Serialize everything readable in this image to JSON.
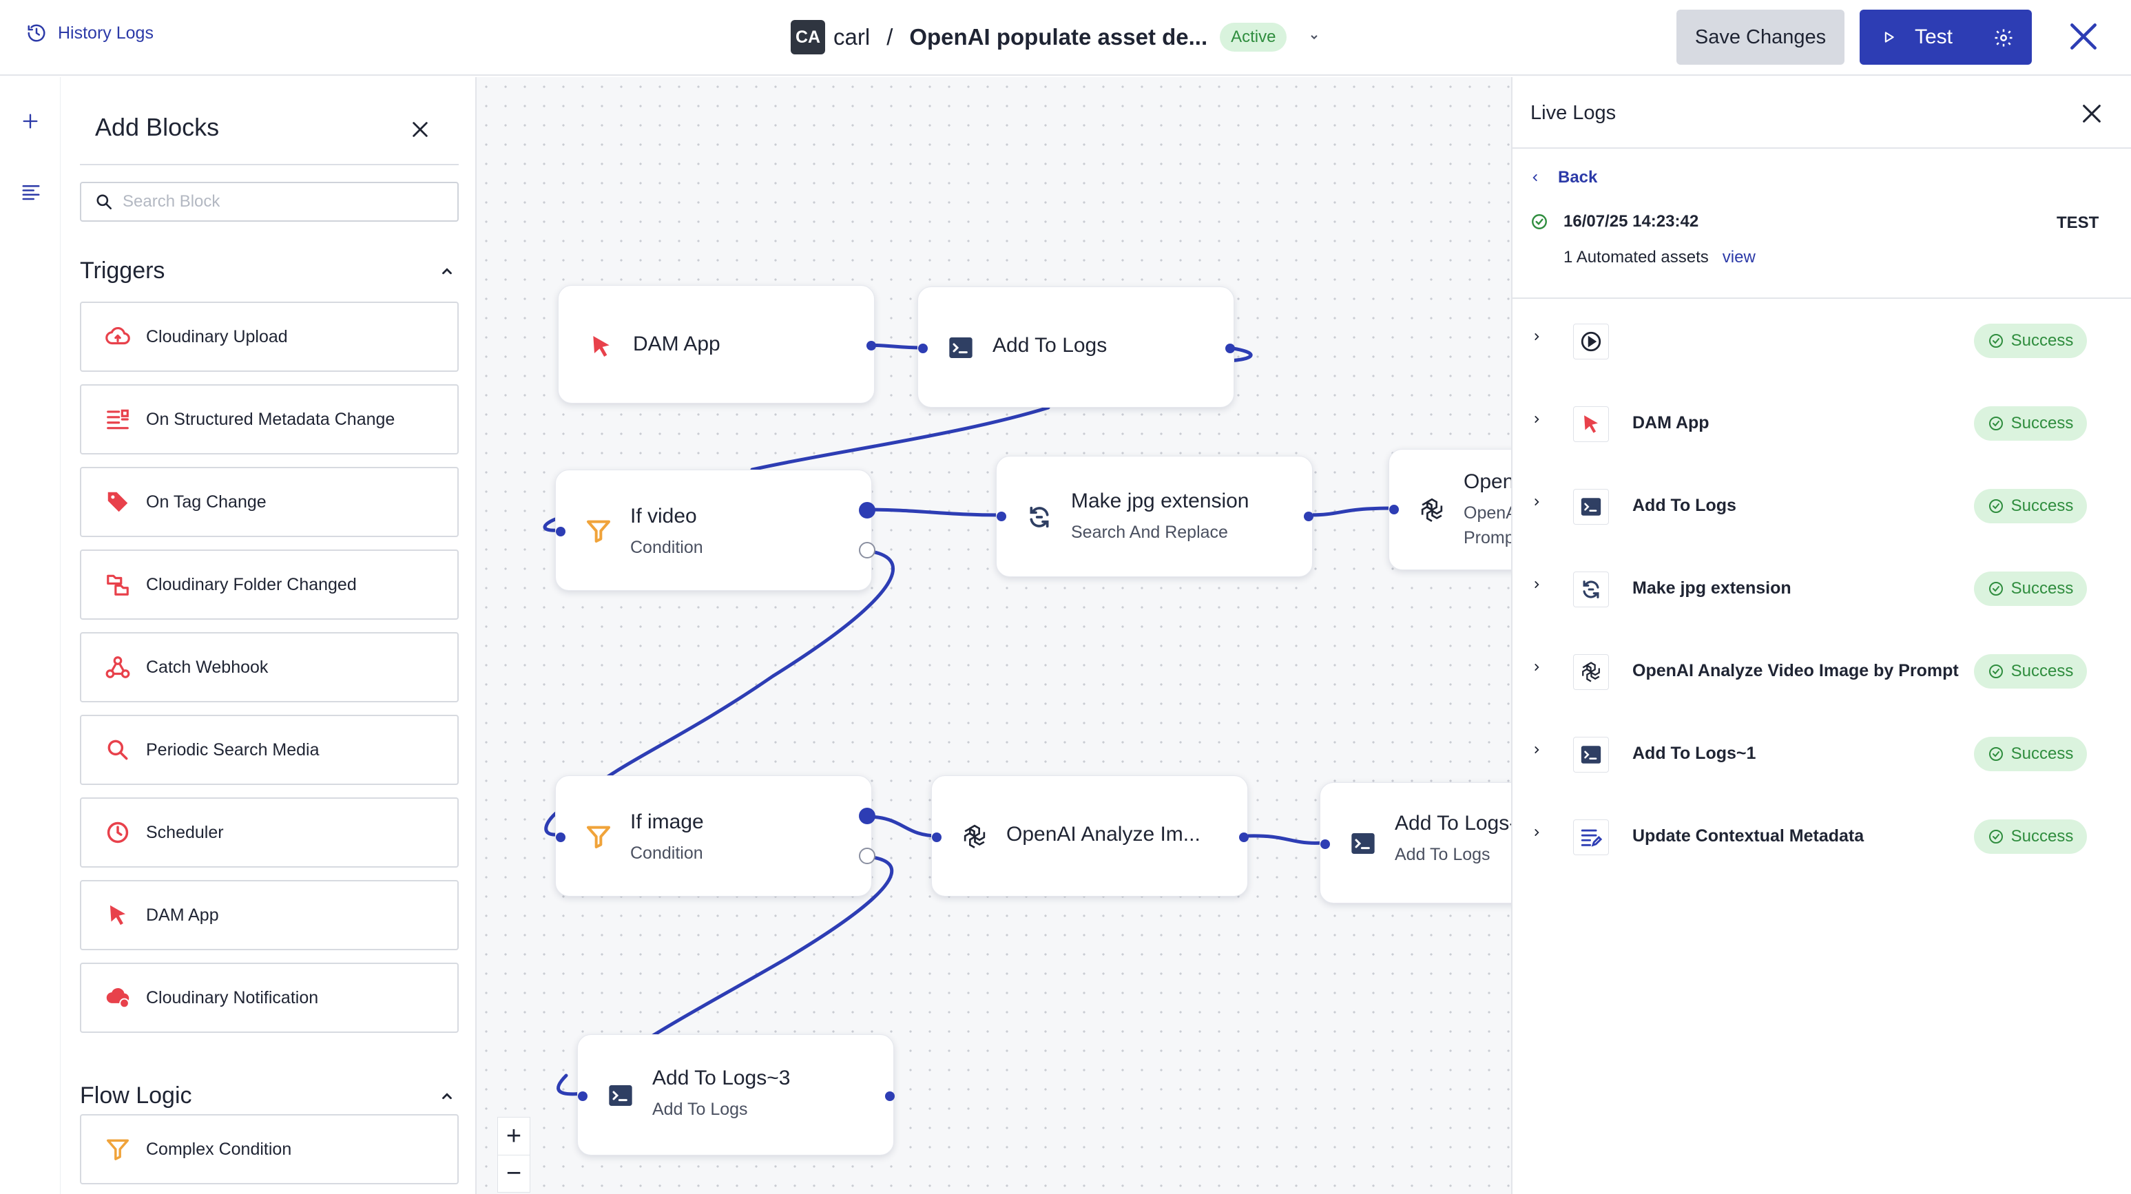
{
  "header": {
    "history_label": "History Logs",
    "avatar_initials": "CA",
    "user": "carl",
    "separator": "/",
    "workflow_title": "OpenAI populate asset de...",
    "status": "Active",
    "save_label": "Save Changes",
    "test_label": "Test"
  },
  "blocks_panel": {
    "title": "Add Blocks",
    "search_placeholder": "Search Block",
    "sections": [
      {
        "title": "Triggers",
        "items": [
          {
            "label": "Cloudinary Upload",
            "icon": "cloud-upload-icon"
          },
          {
            "label": "On Structured Metadata Change",
            "icon": "metadata-icon"
          },
          {
            "label": "On Tag Change",
            "icon": "tag-icon"
          },
          {
            "label": "Cloudinary Folder Changed",
            "icon": "folder-change-icon"
          },
          {
            "label": "Catch Webhook",
            "icon": "webhook-icon"
          },
          {
            "label": "Periodic Search Media",
            "icon": "search-icon"
          },
          {
            "label": "Scheduler",
            "icon": "clock-icon"
          },
          {
            "label": "DAM App",
            "icon": "cursor-icon"
          },
          {
            "label": "Cloudinary Notification",
            "icon": "cloud-notification-icon"
          }
        ]
      },
      {
        "title": "Flow Logic",
        "items": [
          {
            "label": "Complex Condition",
            "icon": "filter-icon"
          }
        ]
      }
    ]
  },
  "canvas": {
    "nodes": {
      "dam_app": {
        "title": "DAM App"
      },
      "add_logs": {
        "title": "Add To Logs"
      },
      "if_video": {
        "title": "If video",
        "subtitle": "Condition"
      },
      "make_jpg": {
        "title": "Make jpg extension",
        "subtitle": "Search And Replace"
      },
      "openai_partial": {
        "title": "Open",
        "subtitle": "OpenA",
        "subtitle2": "Promp"
      },
      "if_image": {
        "title": "If image",
        "subtitle": "Condition"
      },
      "openai_analyze": {
        "title": "OpenAI Analyze Im..."
      },
      "add_logs_partial": {
        "title": "Add To Logs-",
        "subtitle": "Add To Logs"
      },
      "add_logs_3": {
        "title": "Add To Logs~3",
        "subtitle": "Add To Logs"
      }
    },
    "zoom": {
      "in": "+",
      "out": "−"
    }
  },
  "logs_panel": {
    "title": "Live Logs",
    "back_label": "Back",
    "run_time": "16/07/25 14:23:42",
    "run_tag": "TEST",
    "run_summary": "1 Automated assets",
    "view_label": "view",
    "steps": [
      {
        "name": "",
        "icon": "play-circle-icon",
        "status": "Success"
      },
      {
        "name": "DAM App",
        "icon": "cursor-icon",
        "status": "Success"
      },
      {
        "name": "Add To Logs",
        "icon": "terminal-icon",
        "status": "Success"
      },
      {
        "name": "Make jpg extension",
        "icon": "replace-icon",
        "status": "Success"
      },
      {
        "name": "OpenAI Analyze Video Image by Prompt",
        "icon": "openai-icon",
        "status": "Success"
      },
      {
        "name": "Add To Logs~1",
        "icon": "terminal-icon",
        "status": "Success"
      },
      {
        "name": "Update Contextual Metadata",
        "icon": "list-edit-icon",
        "status": "Success"
      }
    ]
  },
  "colors": {
    "accent": "#2d3db4",
    "trigger_icon": "#e8414b",
    "condition_icon": "#f0a33a",
    "success_bg": "#dbf3de",
    "success_text": "#2f8d3e"
  }
}
